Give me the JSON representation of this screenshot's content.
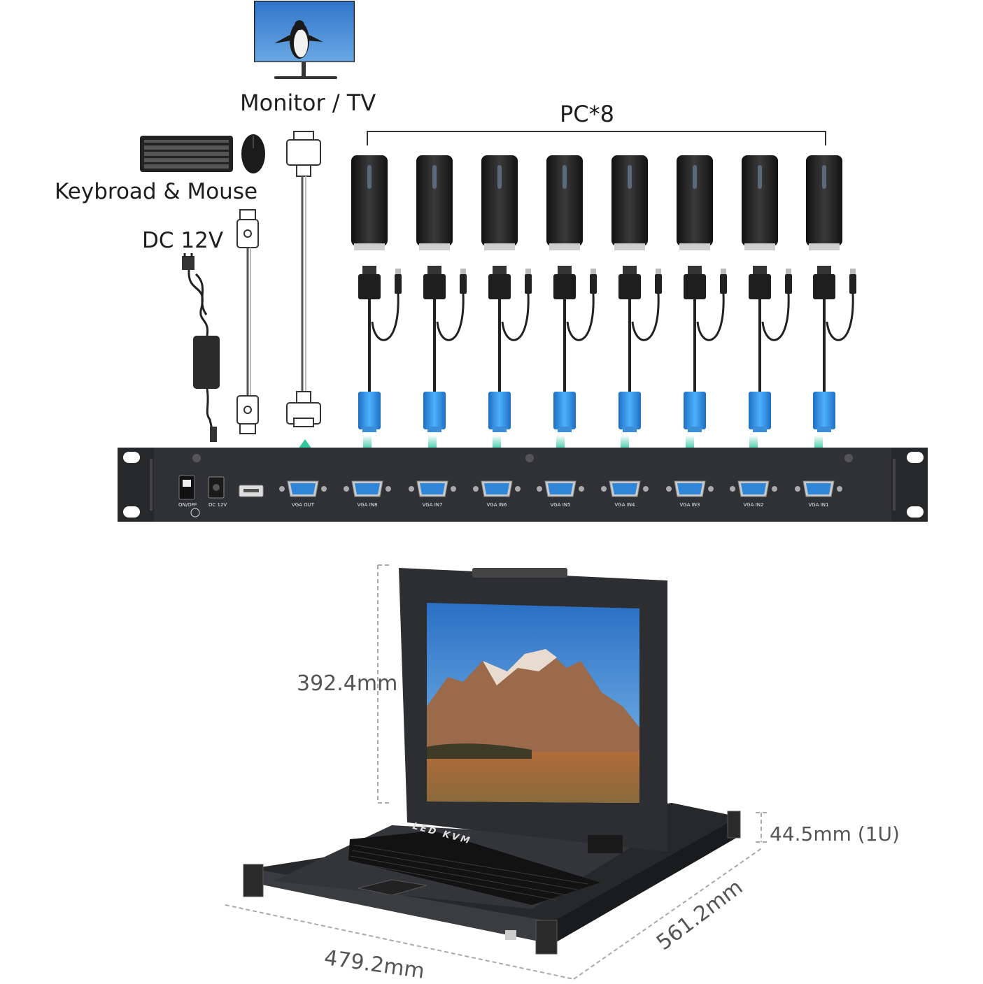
{
  "labels": {
    "monitor": "Monitor / TV",
    "pcs": "PC*8",
    "keyboard_mouse": "Keybroad & Mouse",
    "power": "DC 12V"
  },
  "rear_panel": {
    "switch_label": "ON/OFF",
    "dc_label": "DC 12V",
    "vga_out": "VGA OUT",
    "vga_inputs": [
      "VGA IN8",
      "VGA IN7",
      "VGA IN6",
      "VGA IN5",
      "VGA IN4",
      "VGA IN3",
      "VGA IN2",
      "VGA IN1"
    ]
  },
  "console": {
    "brand_text": "LED KVM"
  },
  "dimensions": {
    "height": "392.4mm",
    "rack_height": "44.5mm (1U)",
    "width": "479.2mm",
    "depth": "561.2mm"
  },
  "colors": {
    "panel": "#2f3134",
    "vga_blue": "#2f8fe0",
    "arrow_teal": "#34c7a0",
    "screen_sky": "#3b87d6"
  }
}
